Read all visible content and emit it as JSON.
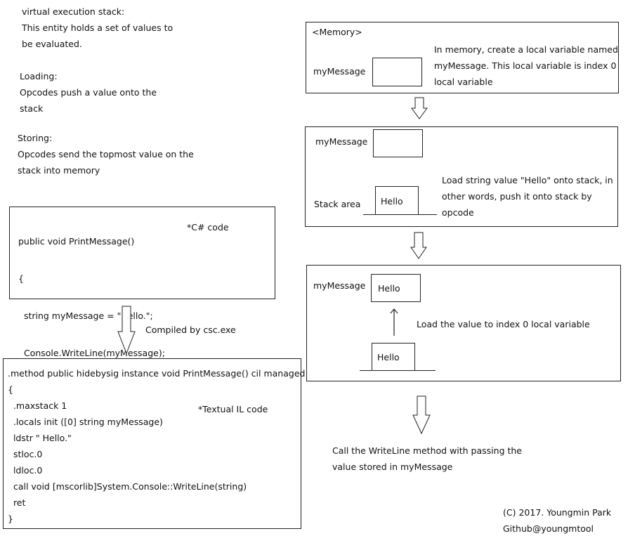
{
  "notes": {
    "ves_title": "virtual execution stack:",
    "ves_line1": "This entity holds a set of values to",
    "ves_line2": "be evaluated.",
    "loading_title": "Loading:",
    "loading_line1": "Opcodes push a value onto the",
    "loading_line2": "stack",
    "storing_title": "Storing:",
    "storing_line1": "Opcodes send the topmost value on the",
    "storing_line2": "stack into memory"
  },
  "csharp": {
    "tag": "*C# code",
    "lines": [
      "public void PrintMessage()",
      "{",
      "  string myMessage = \"Hello.\";",
      "  Console.WriteLine(myMessage);",
      "}"
    ]
  },
  "compile_label": "Compiled by csc.exe",
  "il": {
    "tag": "*Textual IL code",
    "lines": [
      ".method public hidebysig instance void PrintMessage() cil managed",
      "{",
      "  .maxstack 1",
      "  .locals init ([0] string myMessage)",
      "  ldstr \" Hello.\"",
      "  stloc.0",
      "  ldloc.0",
      "  call void [mscorlib]System.Console::WriteLine(string)",
      "  ret",
      "}"
    ]
  },
  "step1": {
    "title": "<Memory>",
    "var_label": "myMessage",
    "desc": [
      "In memory, create a local variable named",
      "myMessage. This local variable is index 0",
      "local variable"
    ]
  },
  "step2": {
    "var_label": "myMessage",
    "stack_label": "Stack area",
    "stack_value": "Hello",
    "desc": [
      "Load string value \"Hello\" onto stack, in",
      "other words, push it onto stack by",
      "opcode"
    ]
  },
  "step3": {
    "var_label": "myMessage",
    "var_value": "Hello",
    "stack_value": "Hello",
    "desc": "Load the value to index 0 local variable"
  },
  "final": [
    "Call the WriteLine method with passing the",
    "value stored in myMessage"
  ],
  "credit": [
    "(C) 2017. Youngmin Park",
    "Github@youngmtool"
  ]
}
